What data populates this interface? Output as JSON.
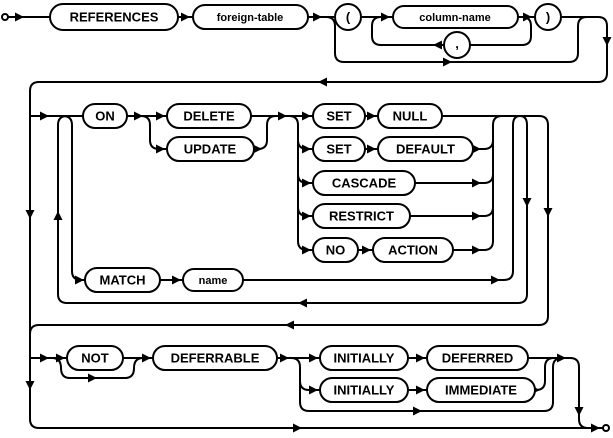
{
  "diagram": {
    "kind": "railroad-syntax-diagram",
    "colors": {
      "line": "#000000",
      "node_fill": "#ffffff",
      "text": "#000000",
      "background": "#ffffff"
    },
    "labels": {
      "references": "REFERENCES",
      "foreign_table": "foreign-table",
      "open_paren": "(",
      "column_name": "column-name",
      "comma": ",",
      "close_paren": ")",
      "on": "ON",
      "delete": "DELETE",
      "update": "UPDATE",
      "set1": "SET",
      "null": "NULL",
      "set2": "SET",
      "default": "DEFAULT",
      "cascade": "CASCADE",
      "restrict": "RESTRICT",
      "no": "NO",
      "action": "ACTION",
      "match": "MATCH",
      "name": "name",
      "not": "NOT",
      "deferrable": "DEFERRABLE",
      "initially1": "INITIALLY",
      "deferred": "DEFERRED",
      "initially2": "INITIALLY",
      "immediate": "IMMEDIATE"
    }
  }
}
